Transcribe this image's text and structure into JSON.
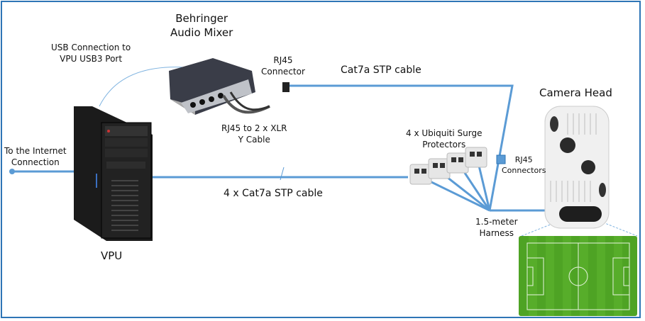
{
  "diagram": {
    "title_mixer": [
      "Behringer",
      "Audio Mixer"
    ],
    "usb_label": [
      "USB Connection to",
      "VPU USB3 Port"
    ],
    "rj45_connector_label": [
      "RJ45",
      "Connector"
    ],
    "cat7a_top_label": "Cat7a STP cable",
    "y_cable_label": [
      "RJ45 to 2 x XLR",
      "Y Cable"
    ],
    "internet_label": [
      "To the Internet",
      "Connection"
    ],
    "vpu_label": "VPU",
    "cat7a_bottom_label": "4 x Cat7a STP cable",
    "surge_label": [
      "4 x Ubiquiti Surge",
      "Protectors"
    ],
    "rj45_connectors_label": [
      "RJ45",
      "Connectors"
    ],
    "harness_label": [
      "1.5-meter",
      "Harness"
    ],
    "camera_label": "Camera Head",
    "colors": {
      "cable": "#5b9bd5",
      "frame": "#2e75b6",
      "field": "#4ea324"
    }
  }
}
